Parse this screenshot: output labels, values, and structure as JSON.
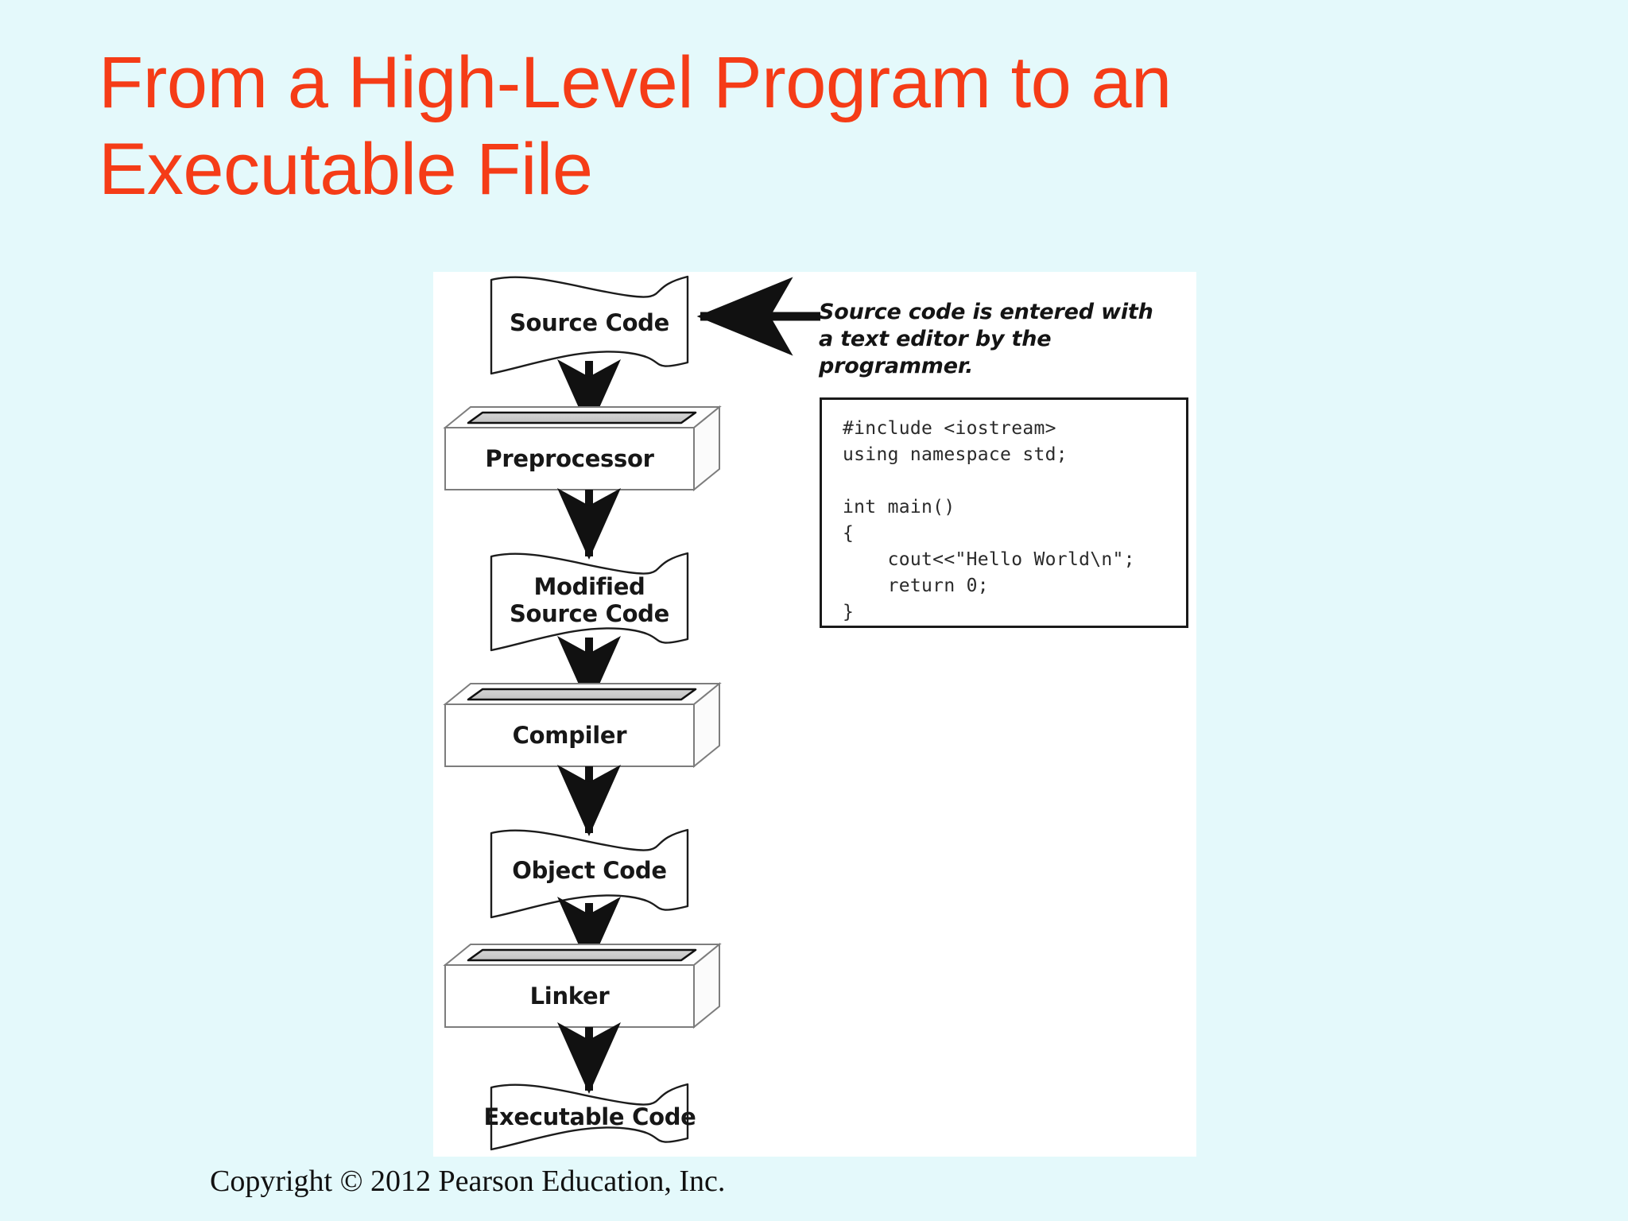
{
  "slide": {
    "title": "From a High-Level Program to an\nExecutable File",
    "title_color": "#f53c17",
    "background_color": "#e4f9fb",
    "panel_background": "#ffffff"
  },
  "diagram": {
    "type": "flowchart",
    "orientation": "top-to-bottom",
    "nodes": [
      {
        "id": "source-code",
        "label": "Source Code",
        "shape": "document"
      },
      {
        "id": "preprocessor",
        "label": "Preprocessor",
        "shape": "process-slab"
      },
      {
        "id": "modified-source",
        "label": "Modified\nSource Code",
        "shape": "document"
      },
      {
        "id": "compiler",
        "label": "Compiler",
        "shape": "process-slab"
      },
      {
        "id": "object-code",
        "label": "Object Code",
        "shape": "document"
      },
      {
        "id": "linker",
        "label": "Linker",
        "shape": "process-slab"
      },
      {
        "id": "executable-code",
        "label": "Executable Code",
        "shape": "document"
      }
    ],
    "edges": [
      {
        "from": "source-code",
        "to": "preprocessor"
      },
      {
        "from": "preprocessor",
        "to": "modified-source"
      },
      {
        "from": "modified-source",
        "to": "compiler"
      },
      {
        "from": "compiler",
        "to": "object-code"
      },
      {
        "from": "object-code",
        "to": "linker"
      },
      {
        "from": "linker",
        "to": "executable-code"
      }
    ],
    "callout": {
      "target": "source-code",
      "direction": "left",
      "text": "Source code is entered with a text editor by the programmer."
    },
    "code_listing": {
      "language": "C++",
      "text": "#include <iostream>\nusing namespace std;\n\nint main()\n{\n    cout<<\"Hello World\\n\";\n    return 0;\n}"
    }
  },
  "footer": {
    "copyright": "Copyright © 2012 Pearson Education, Inc."
  }
}
